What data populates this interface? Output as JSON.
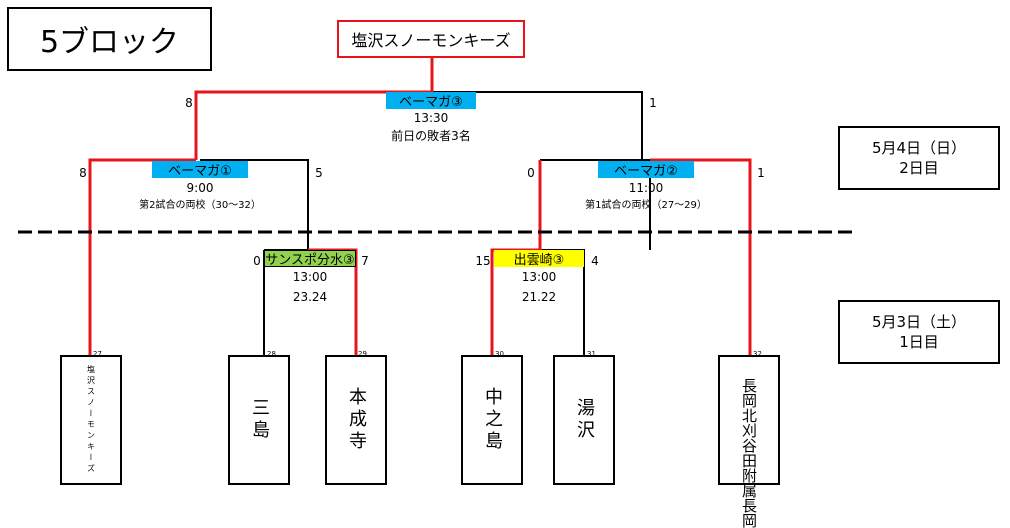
{
  "block_title": "5ブロック",
  "champion": "塩沢スノーモンキーズ",
  "dates": {
    "day2": {
      "line1": "5月4日（日）",
      "line2": "2日目"
    },
    "day1": {
      "line1": "5月3日（土）",
      "line2": "1日目"
    }
  },
  "final": {
    "venue": "ベーマガ③",
    "time": "13:30",
    "note": "前日の敗者3名",
    "score_left": "8",
    "score_right": "1"
  },
  "semi_left": {
    "venue": "ベーマガ①",
    "time": "9:00",
    "note": "第2試合の両校（30～32）",
    "score_left": "8",
    "score_right": "5"
  },
  "semi_right": {
    "venue": "ベーマガ②",
    "time": "11:00",
    "note": "第1試合の両校（27～29）",
    "score_left": "0",
    "score_right": "1"
  },
  "r1_left": {
    "venue": "サンスポ分水③",
    "time": "13:00",
    "games": "23.24",
    "score_left": "0",
    "score_right": "7"
  },
  "r1_right": {
    "venue": "出雲崎③",
    "time": "13:00",
    "games": "21.22",
    "score_left": "15",
    "score_right": "4"
  },
  "teams": [
    {
      "no": "27",
      "name": "塩沢スノーモンキーズ"
    },
    {
      "no": "28",
      "name": "三島"
    },
    {
      "no": "29",
      "name": "本成寺"
    },
    {
      "no": "30",
      "name": "中之島"
    },
    {
      "no": "31",
      "name": "湯沢"
    },
    {
      "no": "32",
      "name": "長岡北刈谷田附属長岡"
    }
  ],
  "colors": {
    "winner_line": "#e8141b",
    "line": "#000000",
    "venue_blue": "#00b0f0",
    "venue_green": "#92d050",
    "venue_yellow": "#ffff00"
  }
}
